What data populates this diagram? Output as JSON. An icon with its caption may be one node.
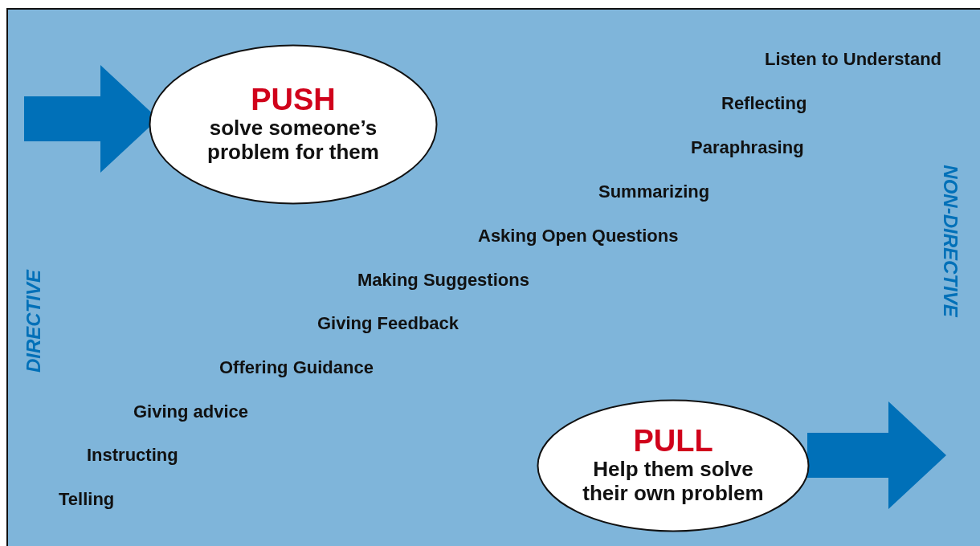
{
  "diagram": {
    "nodes": [
      {
        "text": [
          "PUSH",
          "solve someone’s problem for them"
        ]
      },
      {
        "text": [
          "PULL",
          "Help them solve their own problem"
        ]
      }
    ],
    "edges": [
      {
        "from": null,
        "to": 0,
        "arrow": "to"
      },
      {
        "from": 1,
        "to": null,
        "arrow": "to"
      }
    ],
    "labels": [
      "Listen to Understand",
      "Reflecting",
      "Paraphrasing",
      "Summarizing",
      "Asking Open Questions",
      "Making Suggestions",
      "Giving Feedback",
      "Offering Guidance",
      "Giving advice",
      "Instructing",
      "Telling",
      "DIRECTIVE",
      "NON-DIRECTIVE"
    ]
  }
}
